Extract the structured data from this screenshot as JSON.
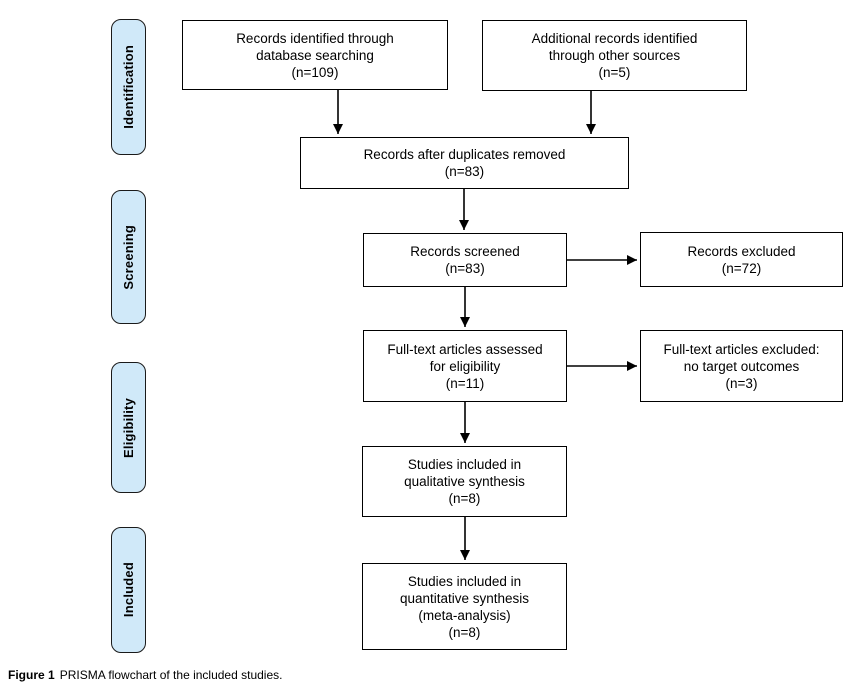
{
  "stages": [
    {
      "label": "Identification"
    },
    {
      "label": "Screening"
    },
    {
      "label": "Eligibility"
    },
    {
      "label": "Included"
    }
  ],
  "boxes": {
    "identified": "Records identified through\ndatabase searching\n(n=109)",
    "additional": "Additional records identified\nthrough other sources\n(n=5)",
    "duplicates": "Records after duplicates removed\n(n=83)",
    "screened": "Records screened\n(n=83)",
    "excluded": "Records excluded\n(n=72)",
    "fulltext": "Full-text articles assessed\nfor eligibility\n(n=11)",
    "fulltext_excluded": "Full-text articles excluded:\nno target outcomes\n(n=3)",
    "qualitative": "Studies included in\nqualitative synthesis\n(n=8)",
    "quantitative": "Studies included in\nquantitative synthesis\n(meta-analysis)\n(n=8)"
  },
  "caption": {
    "label": "Figure 1",
    "text": "PRISMA flowchart of the included studies."
  },
  "colors": {
    "stage_fill": "#d0e9f9",
    "stage_border": "#1a1a1a",
    "box_border": "#000000",
    "arrow": "#000000",
    "background": "#ffffff"
  }
}
